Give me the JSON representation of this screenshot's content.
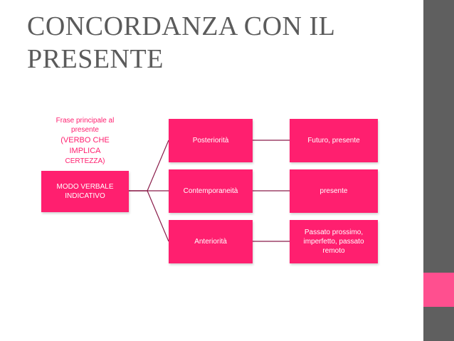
{
  "slide": {
    "title": "CONCORDANZA CON IL\nPRESENTE"
  },
  "diagram": {
    "root_header": {
      "line1": "Frase principale al\npresente",
      "line2": "(VERBO CHE IMPLICA",
      "line3": "CERTEZZA)"
    },
    "root": "MODO VERBALE\nINDICATIVO",
    "branches": [
      {
        "label": "Posteriorità",
        "result": "Futuro, presente"
      },
      {
        "label": "Contemporaneità",
        "result": "presente"
      },
      {
        "label": "Anteriorità",
        "result": "Passato prossimo,\nimperfetto, passato\nremoto"
      }
    ]
  },
  "colors": {
    "accent": "#ff1f6f",
    "connector": "#8a1c4a",
    "sidebar": "#5f5f5f",
    "sidebar_accent": "#ff4f8f",
    "title_text": "#5b5b5b"
  }
}
